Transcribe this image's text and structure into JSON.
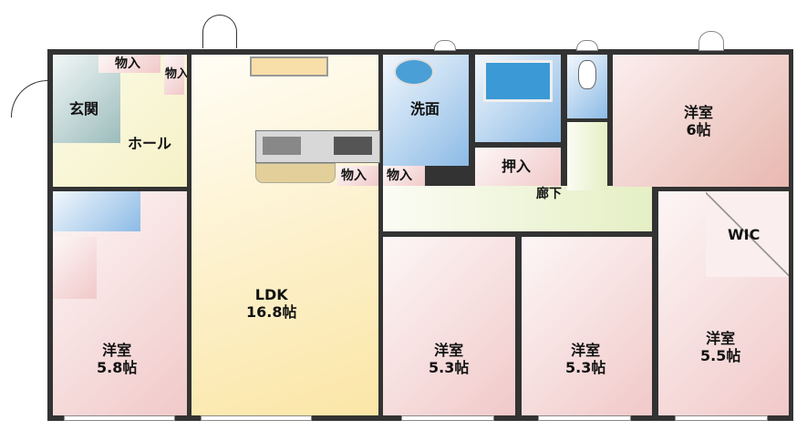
{
  "rooms": {
    "genkan": "玄関",
    "hall": "ホール",
    "storage_top": "物入",
    "storage_small": "物入",
    "ldk": "LDK",
    "ldk_size": "16.8帖",
    "storage_k1": "物入",
    "storage_k2": "物入",
    "senmen": "洗面",
    "oshiire": "押入",
    "rouka": "廊下",
    "western_6": "洋室",
    "western_6_size": "6帖",
    "wic": "WIC",
    "western_58": "洋室",
    "western_58_size": "5.8帖",
    "western_53a": "洋室",
    "western_53a_size": "5.3帖",
    "western_53b": "洋室",
    "western_53b_size": "5.3帖",
    "western_55": "洋室",
    "western_55_size": "5.5帖"
  },
  "colors": {
    "wall": "#333333",
    "wet_area": "#8cbbe6",
    "bedroom": "#f1c9c9",
    "ldk": "#fbe6a6",
    "corridor": "#e5efc4"
  }
}
